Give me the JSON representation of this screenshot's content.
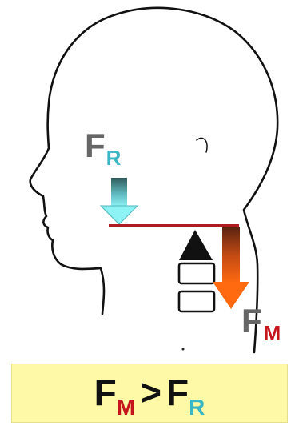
{
  "labels": {
    "fr_main": "F",
    "fr_sub": "R",
    "fm_main": "F",
    "fm_sub": "M"
  },
  "formula": {
    "left_main": "F",
    "left_sub": "M",
    "operator": ">",
    "right_main": "F",
    "right_sub": "R"
  },
  "colors": {
    "head_outline": "#111111",
    "lever_beam": "#b01b22",
    "fulcrum": "#111111",
    "resistance_arrow": "#6fd8dc",
    "muscle_arrow": "#f05a14",
    "label_gray": "#666666",
    "sub_r": "#3bb6c5",
    "sub_m": "#c4161c",
    "formula_box": "#fdf9a6"
  },
  "icons": {
    "fulcrum": "triangle-fulcrum-icon",
    "vertebra": "rounded-rectangle-icon",
    "resistance_arrow": "down-arrow-icon",
    "muscle_arrow": "down-arrow-icon"
  }
}
